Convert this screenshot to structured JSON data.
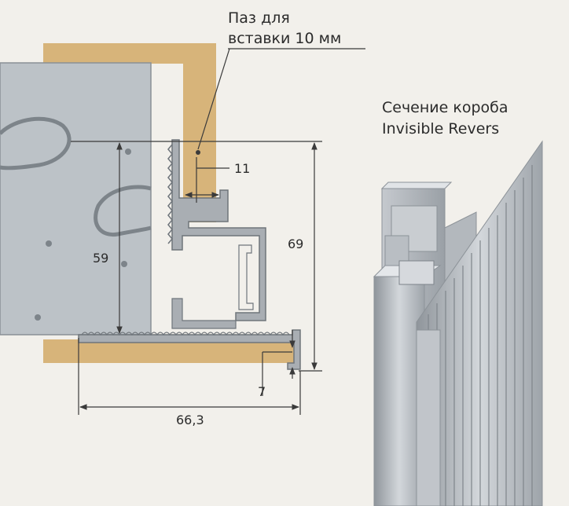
{
  "callout": {
    "line1": "Паз для",
    "line2": "вставки 10 мм"
  },
  "section_title": {
    "line1": "Сечение короба",
    "line2": "Invisible Revers"
  },
  "dimensions": {
    "groove": "11",
    "total_height": "69",
    "panel_height": "59",
    "lip": "7",
    "width": "66,3"
  },
  "colors": {
    "background": "#f2f0eb",
    "wall_wood": "#d7b47a",
    "door_panel": "#bcc2c7",
    "profile": "#a9aeb3",
    "dimension_line": "#3a3a3a"
  }
}
